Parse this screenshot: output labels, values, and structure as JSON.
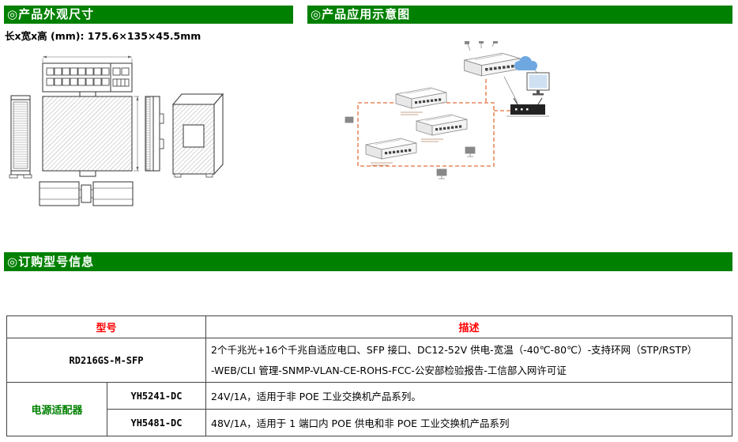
{
  "headers": {
    "dimensions": "◎产品外观尺寸",
    "application": "◎产品应用示意图",
    "ordering": "◎订购型号信息"
  },
  "dimensions_label": "长x宽x高 (mm): 175.6×135×45.5mm",
  "order_table": {
    "columns": {
      "model": "型号",
      "description": "描述"
    },
    "main_row": {
      "model": "RD216GS-M-SFP",
      "description_line1": "2个千兆光+16个千兆自适应电口、SFP 接口、DC12-52V 供电-宽温（-40℃-80℃）-支持环网（STP/RSTP）",
      "description_line2": "-WEB/CLI 管理-SNMP-VLAN-CE-ROHS-FCC-公安部检验报告-工信部入网许可证"
    },
    "adapter_group_label": "电源适配器",
    "adapter_rows": [
      {
        "model": "YH5241-DC",
        "description": "24V/1A，适用于非 POE 工业交换机产品系列。"
      },
      {
        "model": "YH5481-DC",
        "description": "48V/1A，适用于 1 端口内 POE 供电和非 POE 工业交换机产品系列"
      }
    ]
  },
  "colors": {
    "section_header_bg": "#008000",
    "table_header_text": "#ff0000",
    "adapter_label_text": "#008000",
    "diagram_link": "#e2703a"
  }
}
